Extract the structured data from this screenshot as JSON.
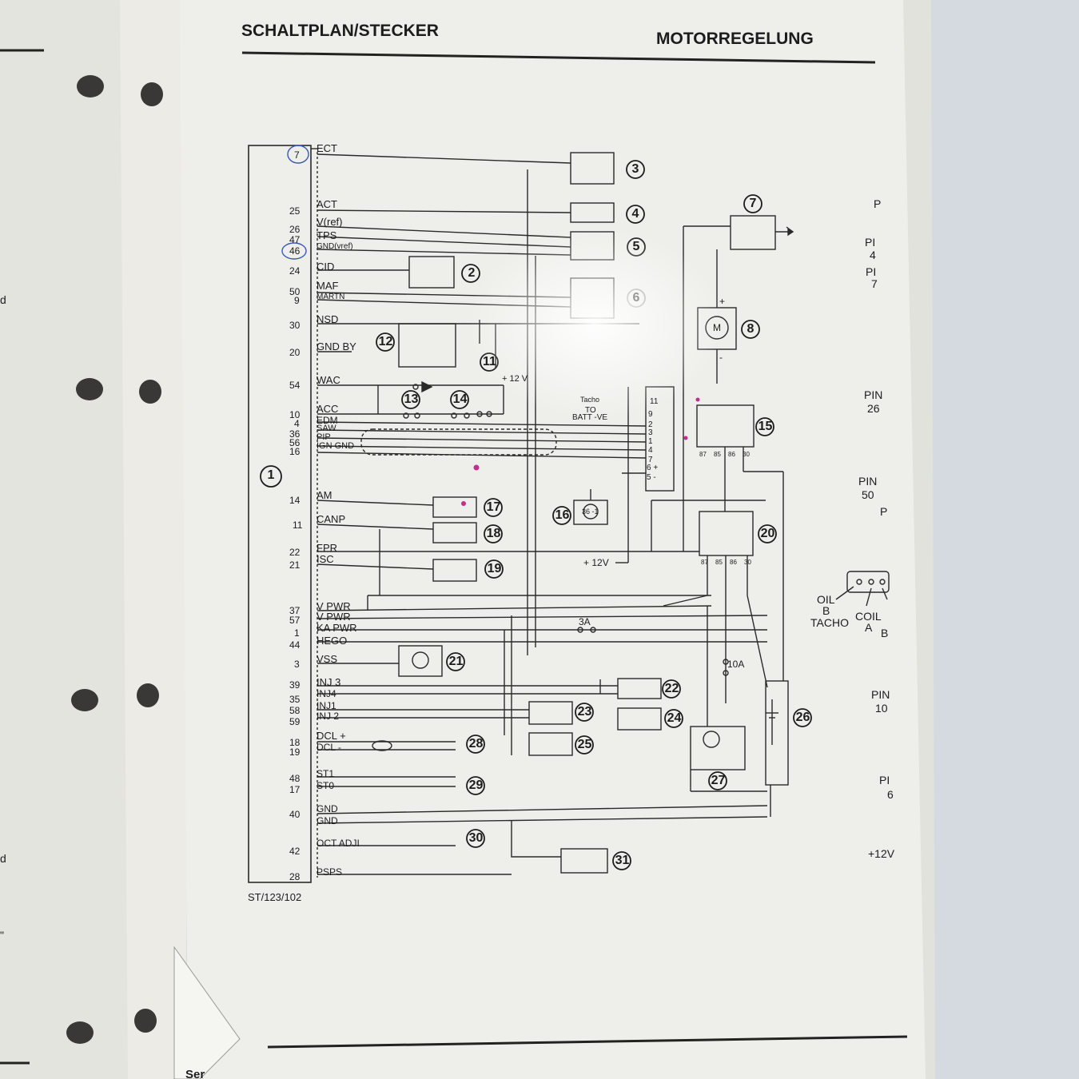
{
  "header": {
    "left": "SCHALTPLAN/STECKER",
    "right": "MOTORREGELUNG"
  },
  "pins": [
    "7",
    "25",
    "26",
    "47",
    "46",
    "24",
    "50",
    "9",
    "30",
    "20",
    "54",
    "10",
    "4",
    "36",
    "56",
    "16",
    "14",
    "11",
    "22",
    "21",
    "37",
    "57",
    "1",
    "44",
    "3",
    "39",
    "35",
    "58",
    "59",
    "18",
    "19",
    "48",
    "17",
    "40",
    "42",
    "28"
  ],
  "signals": [
    "ECT",
    "ACT",
    "V(ref)",
    "TPS",
    "GND(vref)",
    "CID",
    "MAF",
    "MARTN",
    "NSD",
    "GND BY",
    "WAC",
    "ACC",
    "EDM",
    "SAW",
    "PIP",
    "IGN GND",
    "AM",
    "CANP",
    "FPR",
    "ISC",
    "V PWR",
    "V PWR",
    "KA PWR",
    "HEGO",
    "VSS",
    "INJ 3",
    "INJ4",
    "INJ1",
    "INJ 2",
    "DCL +",
    "DCL -",
    "ST1",
    "ST0",
    "GND",
    "GND",
    "OCT ADJI",
    "PSPS"
  ],
  "components": [
    "1",
    "2",
    "3",
    "4",
    "5",
    "6",
    "7",
    "8",
    "11",
    "12",
    "13",
    "14",
    "15",
    "16",
    "17",
    "18",
    "19",
    "20",
    "21",
    "22",
    "23",
    "24",
    "25",
    "26",
    "27",
    "28",
    "29",
    "30",
    "31"
  ],
  "misc": {
    "plus12v_top": "+ 12 V",
    "tacho": "Tacho",
    "to": "TO",
    "batt": "BATT -VE",
    "plus12v_mid": "+ 12V",
    "fuse3a": "3A",
    "fuse10a": "10A",
    "conn_pins": [
      "11",
      "9",
      "2",
      "3",
      "1",
      "4",
      "7",
      "6 +",
      "5 -"
    ],
    "relay15_pins": [
      "87",
      "85",
      "86",
      "30"
    ],
    "relay20_pins": [
      "87",
      "85",
      "86",
      "30"
    ],
    "sensor16": "36 -1",
    "motor": "M",
    "plus": "+",
    "minus": "-"
  },
  "side_fragments": [
    "P",
    "PI",
    "4",
    "PI",
    "7",
    "PIN",
    "26",
    "PIN",
    "50",
    "P",
    "OIL",
    "B",
    "TACHO",
    "COIL",
    "A",
    "B",
    "PIN",
    "10",
    "PI",
    "6",
    "+12V"
  ],
  "footer": {
    "reference": "ST/123/102",
    "fragment": "Ser"
  },
  "left_page": {
    "d": "d",
    "d2": "d",
    "quote": "\""
  }
}
